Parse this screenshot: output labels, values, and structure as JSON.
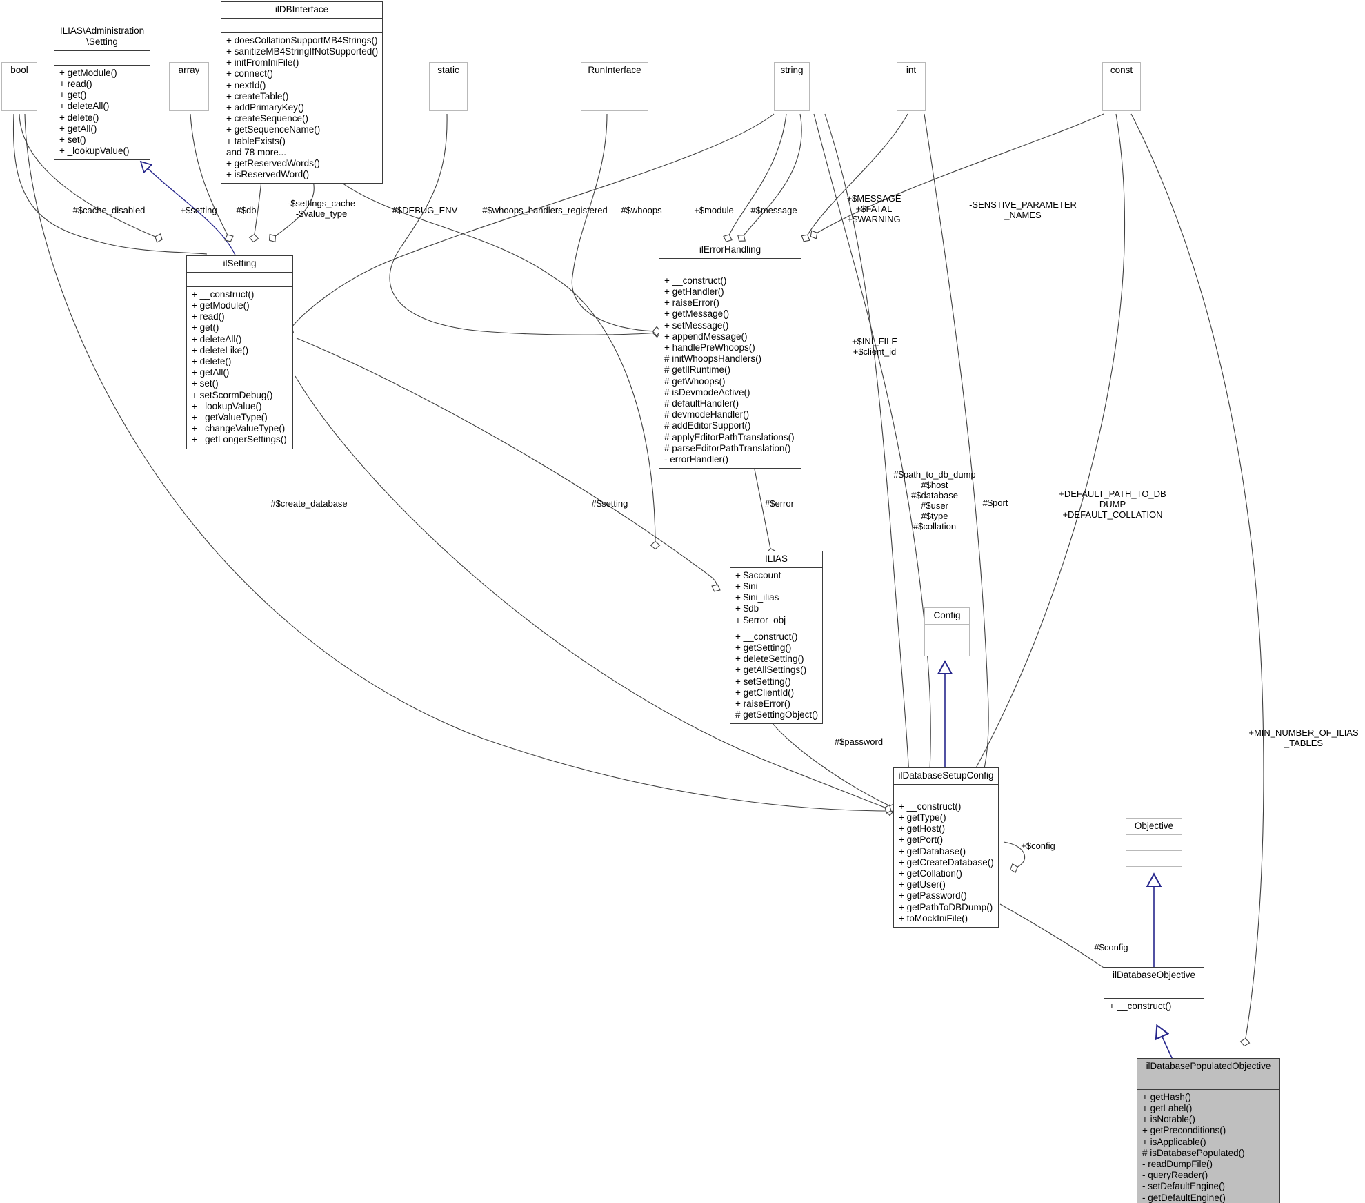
{
  "diagram": {
    "kind": "uml-class-collaboration-diagram",
    "title": "ilDatabasePopulatedObjective collaboration graph"
  },
  "nodes": [
    {
      "id": "bool",
      "name": "bool",
      "style": "plain",
      "attributes": [],
      "operations": []
    },
    {
      "id": "ilias-administration-setting",
      "name": "ILIAS\\Administration\n\\Setting",
      "style": "primary",
      "attributes": [],
      "operations": [
        "+ getModule()",
        "+ read()",
        "+ get()",
        "+ deleteAll()",
        "+ delete()",
        "+ getAll()",
        "+ set()",
        "+ _lookupValue()"
      ]
    },
    {
      "id": "array",
      "name": "array",
      "style": "plain",
      "attributes": [],
      "operations": []
    },
    {
      "id": "ildbinterface",
      "name": "ilDBInterface",
      "style": "primary",
      "attributes": [],
      "operations": [
        "+ doesCollationSupportMB4Strings()",
        "+ sanitizeMB4StringIfNotSupported()",
        "+ initFromIniFile()",
        "+ connect()",
        "+ nextId()",
        "+ createTable()",
        "+ addPrimaryKey()",
        "+ createSequence()",
        "+ getSequenceName()",
        "+ tableExists()",
        "and 78 more...",
        "+ getReservedWords()",
        "+ isReservedWord()"
      ]
    },
    {
      "id": "static",
      "name": "static",
      "style": "plain",
      "attributes": [],
      "operations": []
    },
    {
      "id": "runinterface",
      "name": "RunInterface",
      "style": "plain",
      "attributes": [],
      "operations": []
    },
    {
      "id": "string",
      "name": "string",
      "style": "plain",
      "attributes": [],
      "operations": []
    },
    {
      "id": "int",
      "name": "int",
      "style": "plain",
      "attributes": [],
      "operations": []
    },
    {
      "id": "const",
      "name": "const",
      "style": "plain",
      "attributes": [],
      "operations": []
    },
    {
      "id": "ilsetting",
      "name": "ilSetting",
      "style": "primary",
      "attributes": [],
      "operations": [
        "+ __construct()",
        "+ getModule()",
        "+ read()",
        "+ get()",
        "+ deleteAll()",
        "+ deleteLike()",
        "+ delete()",
        "+ getAll()",
        "+ set()",
        "+ setScormDebug()",
        "+ _lookupValue()",
        "+ _getValueType()",
        "+ _changeValueType()",
        "+ _getLongerSettings()"
      ]
    },
    {
      "id": "ilerrorhandling",
      "name": "ilErrorHandling",
      "style": "primary",
      "attributes": [],
      "operations": [
        "+ __construct()",
        "+ getHandler()",
        "+ raiseError()",
        "+ getMessage()",
        "+ setMessage()",
        "+ appendMessage()",
        "+ handlePreWhoops()",
        "# initWhoopsHandlers()",
        "# getIlRuntime()",
        "# getWhoops()",
        "# isDevmodeActive()",
        "# defaultHandler()",
        "# devmodeHandler()",
        "# addEditorSupport()",
        "# applyEditorPathTranslations()",
        "# parseEditorPathTranslation()",
        "- errorHandler()"
      ]
    },
    {
      "id": "ilias",
      "name": "ILIAS",
      "style": "primary",
      "attributes": [
        "+ $account",
        "+ $ini",
        "+ $ini_ilias",
        "+ $db",
        "+ $error_obj"
      ],
      "operations": [
        "+ __construct()",
        "+ getSetting()",
        "+ deleteSetting()",
        "+ getAllSettings()",
        "+ setSetting()",
        "+ getClientId()",
        "+ raiseError()",
        "# getSettingObject()"
      ]
    },
    {
      "id": "config",
      "name": "Config",
      "style": "plain",
      "attributes": [],
      "operations": []
    },
    {
      "id": "ildatabasesetupconfig",
      "name": "ilDatabaseSetupConfig",
      "style": "primary",
      "attributes": [],
      "operations": [
        "+ __construct()",
        "+ getType()",
        "+ getHost()",
        "+ getPort()",
        "+ getDatabase()",
        "+ getCreateDatabase()",
        "+ getCollation()",
        "+ getUser()",
        "+ getPassword()",
        "+ getPathToDBDump()",
        "+ toMockIniFile()"
      ]
    },
    {
      "id": "objective",
      "name": "Objective",
      "style": "plain",
      "attributes": [],
      "operations": []
    },
    {
      "id": "ildatabaseobjective",
      "name": "ilDatabaseObjective",
      "style": "primary",
      "attributes": [],
      "operations": [
        "+ __construct()"
      ]
    },
    {
      "id": "ildatabasepopulatedobjective",
      "name": "ilDatabasePopulatedObjective",
      "style": "focus",
      "attributes": [],
      "operations": [
        "+ getHash()",
        "+ getLabel()",
        "+ isNotable()",
        "+ getPreconditions()",
        "+ isApplicable()",
        "# isDatabasePopulated()",
        "- readDumpFile()",
        "- queryReader()",
        "- setDefaultEngine()",
        "- getDefaultEngine()"
      ]
    }
  ],
  "edge_labels": [
    {
      "id": "lbl-cache-disabled",
      "text": "#$cache_disabled"
    },
    {
      "id": "lbl-setting-plus",
      "text": "+$setting"
    },
    {
      "id": "lbl-db",
      "text": "#$db"
    },
    {
      "id": "lbl-settings-cache",
      "text": "-$settings_cache\n-$value_type"
    },
    {
      "id": "lbl-debug-env",
      "text": "#$DEBUG_ENV"
    },
    {
      "id": "lbl-whoops-handlers",
      "text": "#$whoops_handlers_registered"
    },
    {
      "id": "lbl-whoops",
      "text": "#$whoops"
    },
    {
      "id": "lbl-module",
      "text": "+$module"
    },
    {
      "id": "lbl-message",
      "text": "#$message"
    },
    {
      "id": "lbl-message-fatal-warning",
      "text": "+$MESSAGE\n+$FATAL\n+$WARNING"
    },
    {
      "id": "lbl-senstive-parameter-names",
      "text": "-SENSTIVE_PARAMETER\n_NAMES"
    },
    {
      "id": "lbl-ini-file-client-id",
      "text": "+$INI_FILE\n+$client_id"
    },
    {
      "id": "lbl-path-to-db-dump",
      "text": "#$path_to_db_dump\n#$host\n#$database\n#$user\n#$type\n#$collation"
    },
    {
      "id": "lbl-port",
      "text": "#$port"
    },
    {
      "id": "lbl-default-path-collation",
      "text": "+DEFAULT_PATH_TO_DB\nDUMP\n+DEFAULT_COLLATION"
    },
    {
      "id": "lbl-create-database",
      "text": "#$create_database"
    },
    {
      "id": "lbl-setting-hash",
      "text": "#$setting"
    },
    {
      "id": "lbl-error",
      "text": "#$error"
    },
    {
      "id": "lbl-password",
      "text": "#$password"
    },
    {
      "id": "lbl-config-plus",
      "text": "+$config"
    },
    {
      "id": "lbl-config-hash",
      "text": "#$config"
    },
    {
      "id": "lbl-min-number-ilias-tables",
      "text": "+MIN_NUMBER_OF_ILIAS\n_TABLES"
    }
  ],
  "colors": {
    "edge": "#404040",
    "inheritance": "#26268c",
    "node_border": "#3b3b3b",
    "plain_border": "#b9b9b9",
    "focus_fill": "#bfbfbf",
    "background": "#ffffff"
  }
}
